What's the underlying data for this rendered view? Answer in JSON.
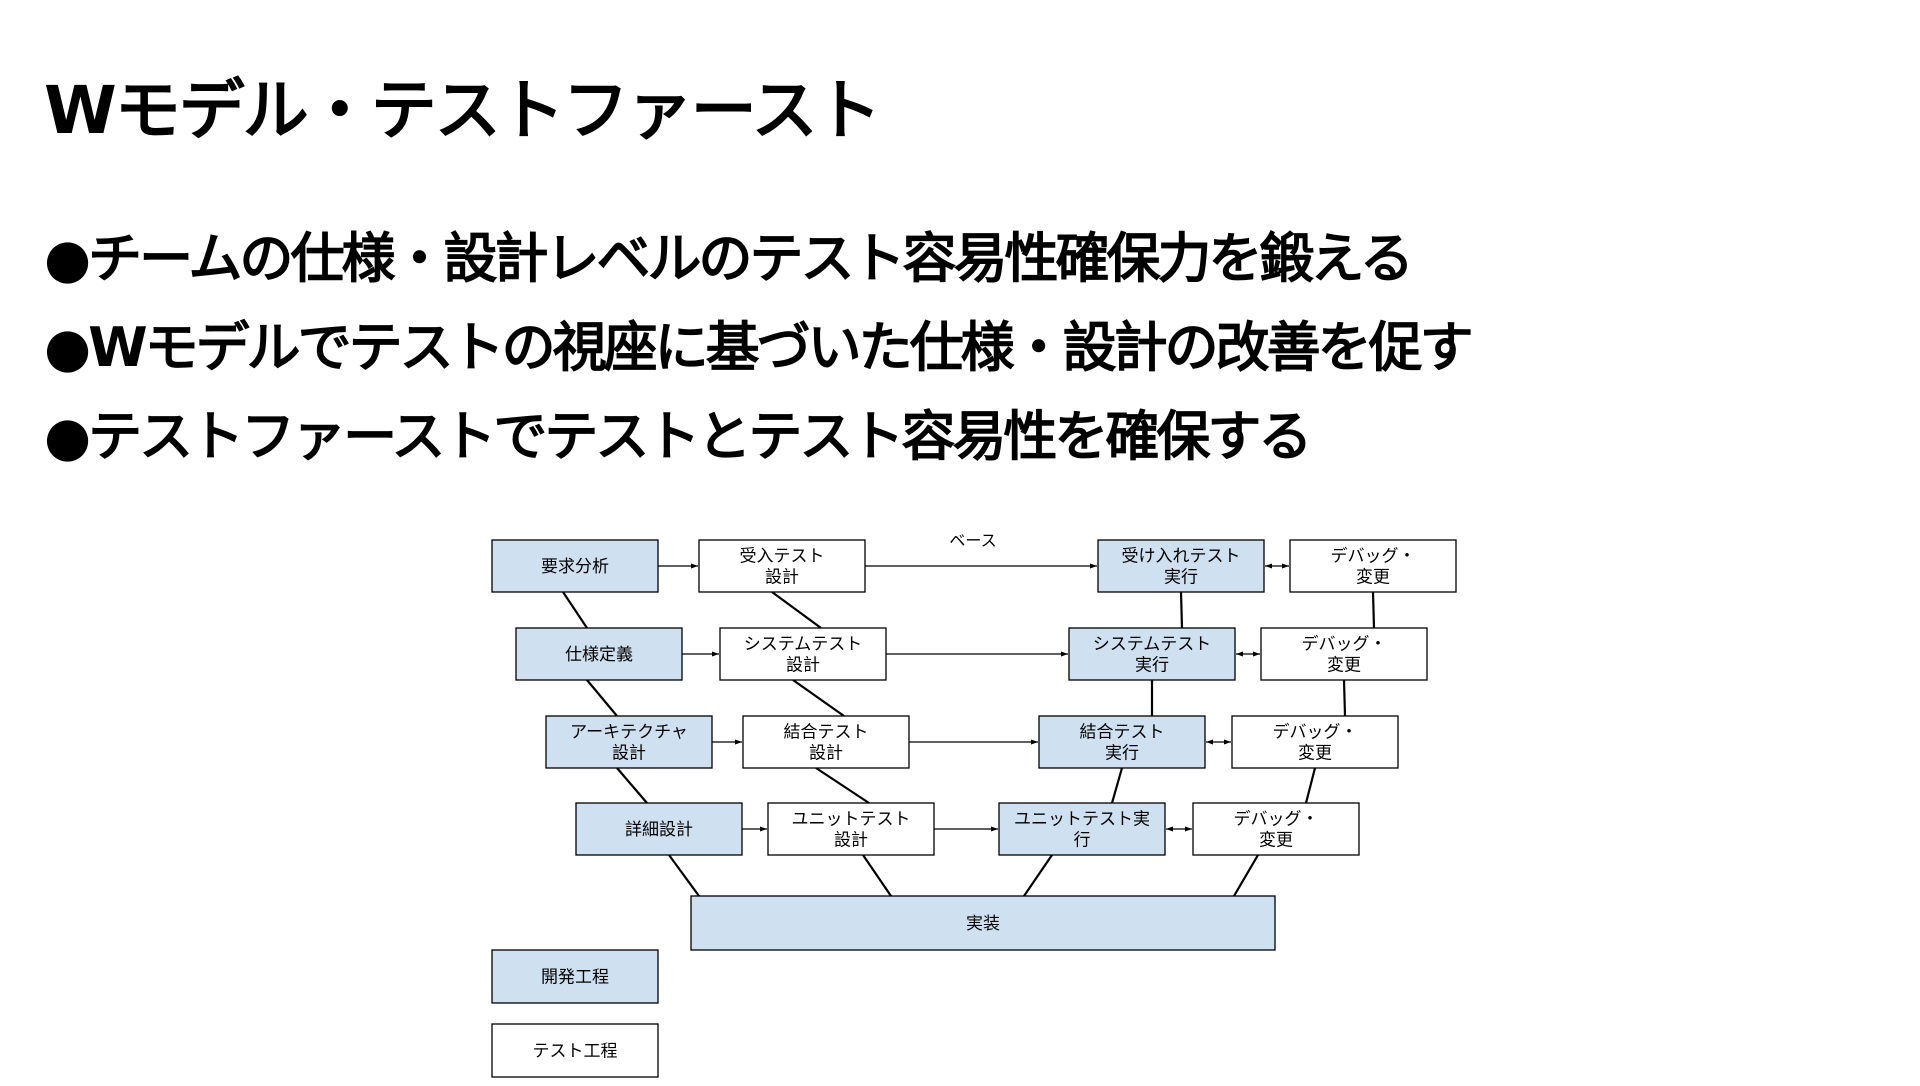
{
  "title": "Wモデル・テストファースト",
  "bullets": [
    "●チームの仕様・設計レベルのテスト容易性確保力を鍛える",
    "●Wモデルでテストの視座に基づいた仕様・設計の改善を促す",
    "●テストファーストでテストとテスト容易性を確保する"
  ],
  "colors": {
    "dev": "#cfe0f1",
    "test": "#ffffff",
    "stroke": "#000000"
  },
  "diagram": {
    "base_label": "ベース",
    "dev_steps": [
      [
        "要求分析"
      ],
      [
        "仕様定義"
      ],
      [
        "アーキテクチャ",
        "設計"
      ],
      [
        "詳細設計"
      ]
    ],
    "test_designs": [
      [
        "受入テスト",
        "設計"
      ],
      [
        "システムテスト",
        "設計"
      ],
      [
        "結合テスト",
        "設計"
      ],
      [
        "ユニットテスト",
        "設計"
      ]
    ],
    "test_execs": [
      [
        "受け入れテスト",
        "実行"
      ],
      [
        "システムテスト",
        "実行"
      ],
      [
        "結合テスト",
        "実行"
      ],
      [
        "ユニットテスト実",
        "行"
      ]
    ],
    "debug": [
      [
        "デバッグ・",
        "変更"
      ],
      [
        "デバッグ・",
        "変更"
      ],
      [
        "デバッグ・",
        "変更"
      ],
      [
        "デバッグ・",
        "変更"
      ]
    ],
    "implementation": "実装",
    "legend": {
      "dev": "開発工程",
      "test": "テスト工程"
    }
  }
}
